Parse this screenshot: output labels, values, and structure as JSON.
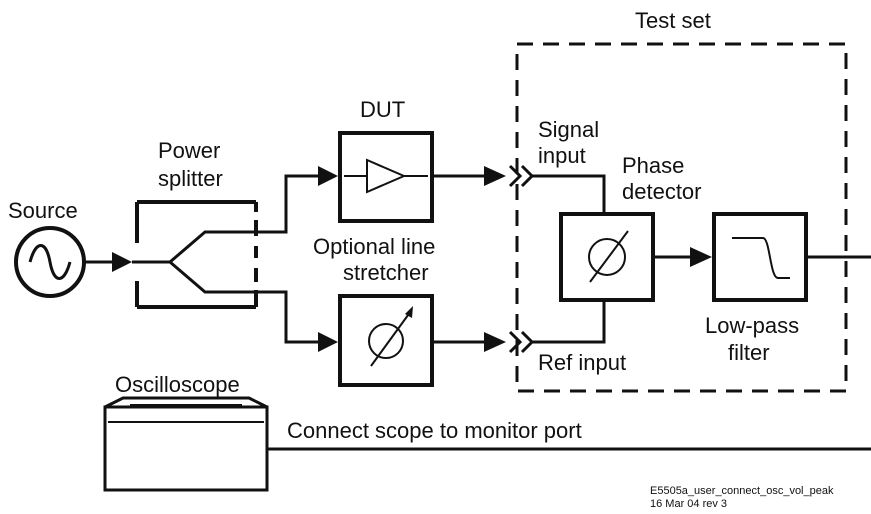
{
  "labels": {
    "test_set": "Test set",
    "dut": "DUT",
    "power": "Power",
    "splitter": "splitter",
    "source": "Source",
    "signal": "Signal",
    "input": "input",
    "phase": "Phase",
    "detector": "detector",
    "optional_line": "Optional line",
    "stretcher": "stretcher",
    "low_pass": "Low-pass",
    "filter": "filter",
    "ref_input": "Ref input",
    "oscilloscope": "Oscilloscope",
    "connect_scope": "Connect scope to monitor port"
  },
  "footer": {
    "filename": "E5505a_user_connect_osc_vol_peak",
    "date_rev": "16 Mar 04  rev 3"
  }
}
